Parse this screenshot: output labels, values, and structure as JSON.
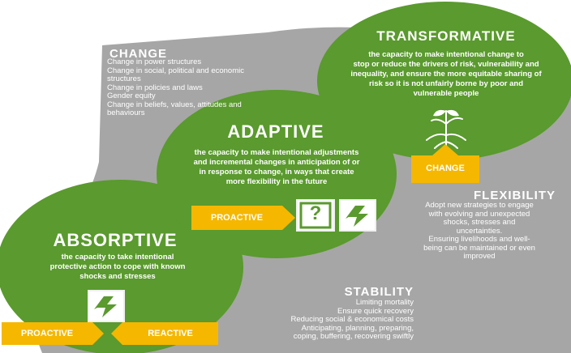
{
  "change_box": {
    "title": "CHANGE",
    "lines": [
      "Change in power structures",
      "Change in social,  political and economic",
      "structures",
      "Change in policies and laws",
      "Gender equity",
      "Change in beliefs, values,  attitudes and",
      "behaviours"
    ]
  },
  "transformative": {
    "title": "TRANSFORMATIVE",
    "lines": [
      "the capacity to make intentional change to",
      "stop or reduce the drivers of risk, vulnerability and",
      "inequality, and ensure the more equitable sharing of",
      "risk so it is not unfairly borne by poor and",
      "vulnerable people"
    ],
    "arrow_label": "CHANGE"
  },
  "adaptive": {
    "title": "ADAPTIVE",
    "lines": [
      "the capacity to make intentional adjustments",
      "and incremental changes in anticipation of or",
      "in response to change, in ways that create",
      "more flexibility in the future"
    ],
    "arrow_label": "PROACTIVE",
    "icon_question": "?"
  },
  "flexibility_box": {
    "title": "FLEXIBILITY",
    "lines": [
      "Adopt new strategies to engage",
      "with evolving and unexpected",
      "shocks, stresses and",
      "uncertainties.",
      "Ensuring livelihoods and well-",
      "being can be maintained or even",
      "improved"
    ]
  },
  "absorptive": {
    "title": "ABSORPTIVE",
    "lines": [
      "the capacity to take intentional",
      "protective action to cope with known",
      "shocks and stresses"
    ],
    "proactive_label": "PROACTIVE",
    "reactive_label": "REACTIVE"
  },
  "stability_box": {
    "title": "STABILITY",
    "lines": [
      "Limiting mortality",
      "Ensure quick recovery",
      "Reducing social & economical costs",
      "Anticipating, planning, preparing,",
      "coping, buffering, recovering swiftly"
    ]
  },
  "colors": {
    "green": "#5a9a2e",
    "gray": "#a6a6a6",
    "yellow": "#f5b700"
  },
  "icons": [
    "lightning-bolt-icon",
    "question-mark-icon",
    "plant-roots-icon"
  ]
}
